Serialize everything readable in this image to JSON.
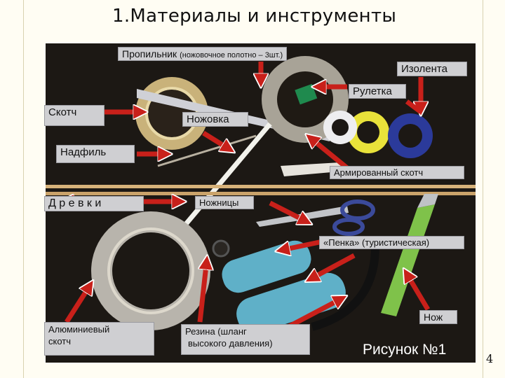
{
  "slide": {
    "title": "1.Материалы и инструменты",
    "figure_caption": "Рисунок №1",
    "page_number": "4"
  },
  "labels": {
    "propilnik_main": "Пропильник",
    "propilnik_sub": "(ножовочное полотно – 3шт.)",
    "izolenta": "Изолента",
    "ruletka": "Рулетка",
    "skotch": "Скотч",
    "nozhovka": "Ножовка",
    "nadfil": "Надфиль",
    "armirovanny": "Армированный скотч",
    "drevki": "Д р е в к и",
    "nozhnicy": "Ножницы",
    "penka": "«Пенка» (туристическая)",
    "nozh": "Нож",
    "aluminievy_l1": "Алюминиевый",
    "aluminievy_l2": "скотч",
    "rezina_l1": "Резина (шланг",
    "rezina_l2": "высокого давления)"
  },
  "colors": {
    "arrow": "#c8201a",
    "label_bg": "#cfcfd2",
    "photo_bg": "#1a1612"
  }
}
